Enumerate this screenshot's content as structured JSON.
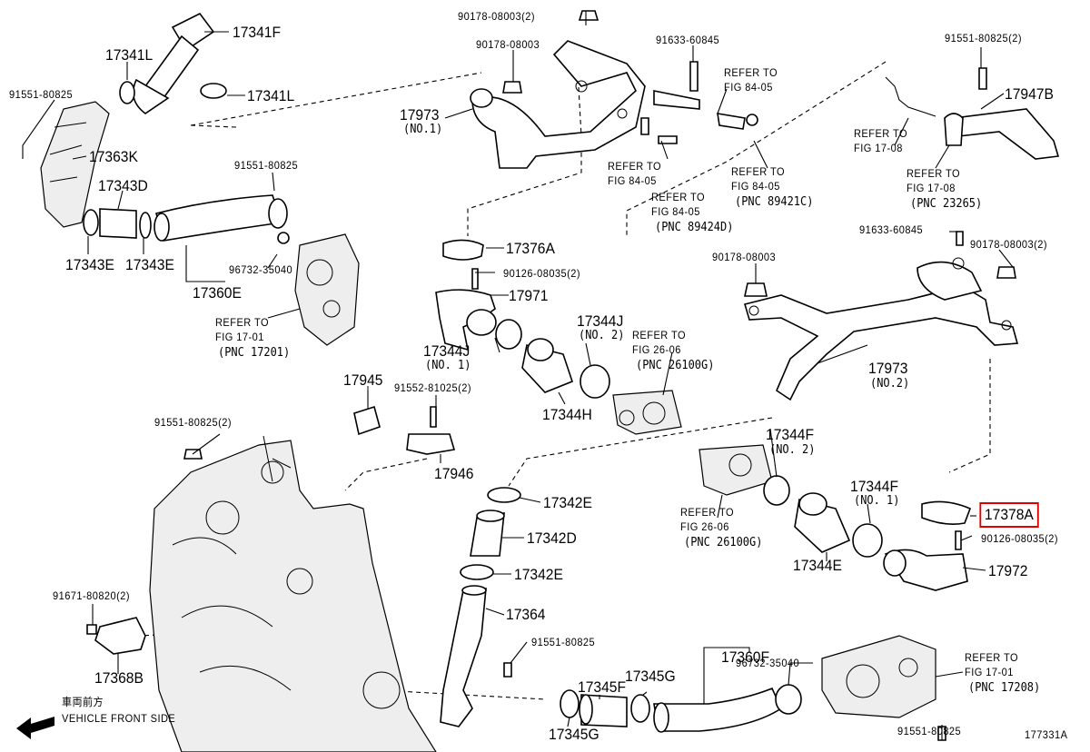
{
  "parts": {
    "p17341F": "17341F",
    "p17341L_a": "17341L",
    "p17341L_b": "17341L",
    "p91551_80825_a": "91551-80825",
    "p17363K": "17363K",
    "p17343D": "17343D",
    "p17343E_a": "17343E",
    "p17343E_b": "17343E",
    "p91551_80825_b": "91551-80825",
    "p96732_35040_a": "96732-35040",
    "p17360E": "17360E",
    "p90178_08003_2_a": "90178-08003(2)",
    "p90178_08003_a": "90178-08003",
    "p17973_a": "17973",
    "p17973_a_sub": "(NO.1)",
    "p91633_60845_a": "91633-60845",
    "p91551_80825_2_a": "91551-80825(2)",
    "p17947B": "17947B",
    "p17376A": "17376A",
    "p90126_08035_2_a": "90126-08035(2)",
    "p17971": "17971",
    "p17344J_a": "17344J",
    "p17344J_a_sub": "(NO. 2)",
    "p17344J_b": "17344J",
    "p17344J_b_sub": "(NO. 1)",
    "p17344H": "17344H",
    "p91633_60845_b": "91633-60845",
    "p90178_08003_2_b": "90178-08003(2)",
    "p90178_08003_b": "90178-08003",
    "p17973_b": "17973",
    "p17973_b_sub": "(NO.2)",
    "p17945": "17945",
    "p91552_81025_2": "91552-81025(2)",
    "p91551_80825_2_b": "91551-80825(2)",
    "p17946": "17946",
    "p17344F_a": "17344F",
    "p17344F_a_sub": "(NO. 2)",
    "p17344F_b": "17344F",
    "p17344F_b_sub": "(NO. 1)",
    "p17378A": "17378A",
    "p90126_08035_2_b": "90126-08035(2)",
    "p17972": "17972",
    "p17344E": "17344E",
    "p17342E_a": "17342E",
    "p17342D": "17342D",
    "p17342E_b": "17342E",
    "p17364": "17364",
    "p91671_80820_2": "91671-80820(2)",
    "p17368B": "17368B",
    "p91551_80825_c": "91551-80825",
    "p17360F": "17360F",
    "p96732_35040_b": "96732-35040",
    "p17345F": "17345F",
    "p17345G_a": "17345G",
    "p17345G_b": "17345G",
    "p91551_80825_d": "91551-80825"
  },
  "refs": {
    "r1_a": "REFER TO",
    "r1_b": "FIG 84-05",
    "r2_a": "REFER TO",
    "r2_b": "FIG 84-05",
    "r3_a": "REFER TO",
    "r3_b": "FIG 84-05",
    "r3_c": "(PNC 89421C)",
    "r4_a": "REFER TO",
    "r4_b": "FIG 84-05",
    "r4_c": "(PNC 89424D)",
    "r5_a": "REFER TO",
    "r5_b": "FIG 17-08",
    "r6_a": "REFER TO",
    "r6_b": "FIG 17-08",
    "r6_c": "(PNC 23265)",
    "r7_a": "REFER TO",
    "r7_b": "FIG 17-01",
    "r7_c": "(PNC 17201)",
    "r8_a": "REFER TO",
    "r8_b": "FIG 26-06",
    "r8_c": "(PNC 26100G)",
    "r9_a": "REFER TO",
    "r9_b": "FIG 26-06",
    "r9_c": "(PNC 26100G)",
    "r10_a": "REFER TO",
    "r10_b": "FIG 17-01",
    "r10_c": "(PNC 17208)"
  },
  "footer": {
    "front_jp": "車両前方",
    "front_en": "VEHICLE FRONT SIDE",
    "figure_id": "177331A"
  },
  "colors": {
    "highlight": "#e00000",
    "ink": "#000000",
    "background": "#ffffff"
  },
  "highlighted_part": "17378A"
}
